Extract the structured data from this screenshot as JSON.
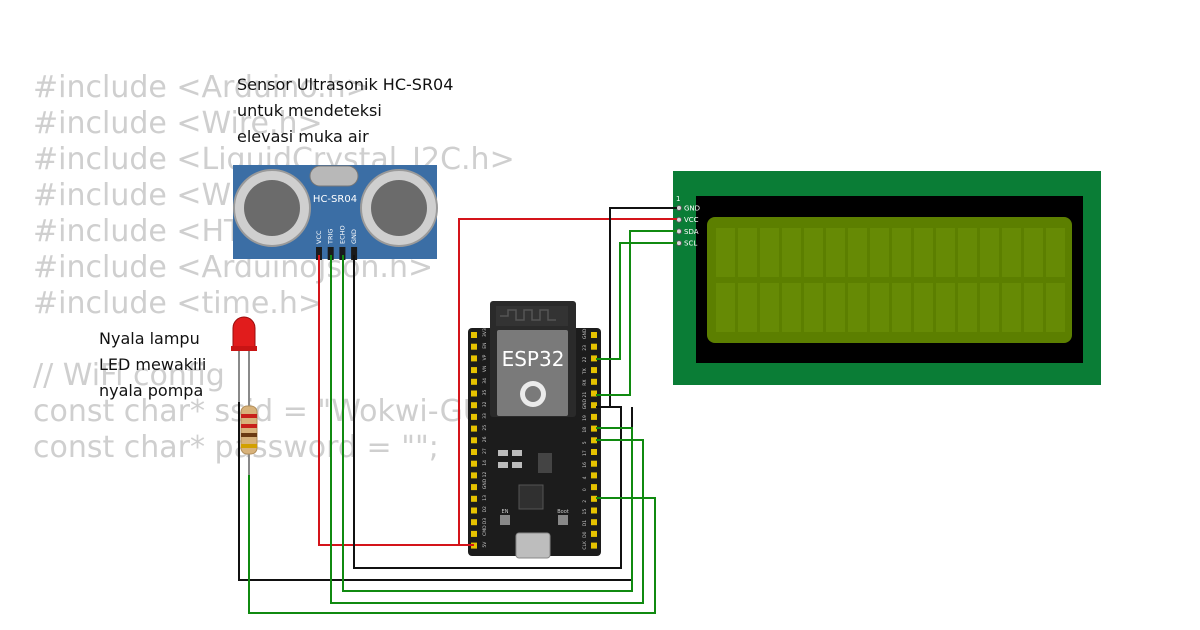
{
  "background_code": [
    "#include <Arduino.h>",
    "#include <Wire.h>",
    "#include <LiquidCrystal_I2C.h>",
    "#include <WiFi.h>",
    "#include <HTTPClient.h>",
    "#include <ArduinoJson.h>",
    "#include <time.h>",
    "",
    "// WiFi config",
    "const char* ssid = \"Wokwi-GUEST\";",
    "const char* password = \"\";"
  ],
  "labels": {
    "sensor_note": [
      "Sensor Ultrasonik HC-SR04",
      "untuk mendeteksi",
      "elevasi muka air"
    ],
    "led_note": [
      "Nyala lampu",
      "LED mewakili",
      "nyala pompa"
    ]
  },
  "hcsr04": {
    "model": "HC-SR04",
    "pins": [
      "VCC",
      "TRIG",
      "ECHO",
      "GND"
    ]
  },
  "esp32": {
    "name": "ESP32",
    "left_pins": [
      "3V3",
      "EN",
      "VP",
      "VN",
      "34",
      "35",
      "32",
      "33",
      "25",
      "26",
      "27",
      "14",
      "12",
      "GND",
      "13",
      "D2",
      "D3",
      "CMD",
      "5V"
    ],
    "right_pins": [
      "GND",
      "23",
      "22",
      "TX",
      "RX",
      "21",
      "GND",
      "19",
      "18",
      "5",
      "17",
      "16",
      "4",
      "0",
      "2",
      "15",
      "D1",
      "D0",
      "CLK"
    ],
    "button_en": "EN",
    "button_boot": "Boot"
  },
  "lcd": {
    "pin1_marker": "1",
    "pins": [
      "GND",
      "VCC",
      "SDA",
      "SCL"
    ]
  },
  "colors": {
    "wire_black": "#111111",
    "wire_red": "#d4141a",
    "wire_green": "#108a10",
    "lcd_board": "#0a7d36",
    "lcd_screen": "#5c7f00",
    "sensor_blue": "#3b6ea5",
    "esp32_board": "#1c1c1c"
  }
}
